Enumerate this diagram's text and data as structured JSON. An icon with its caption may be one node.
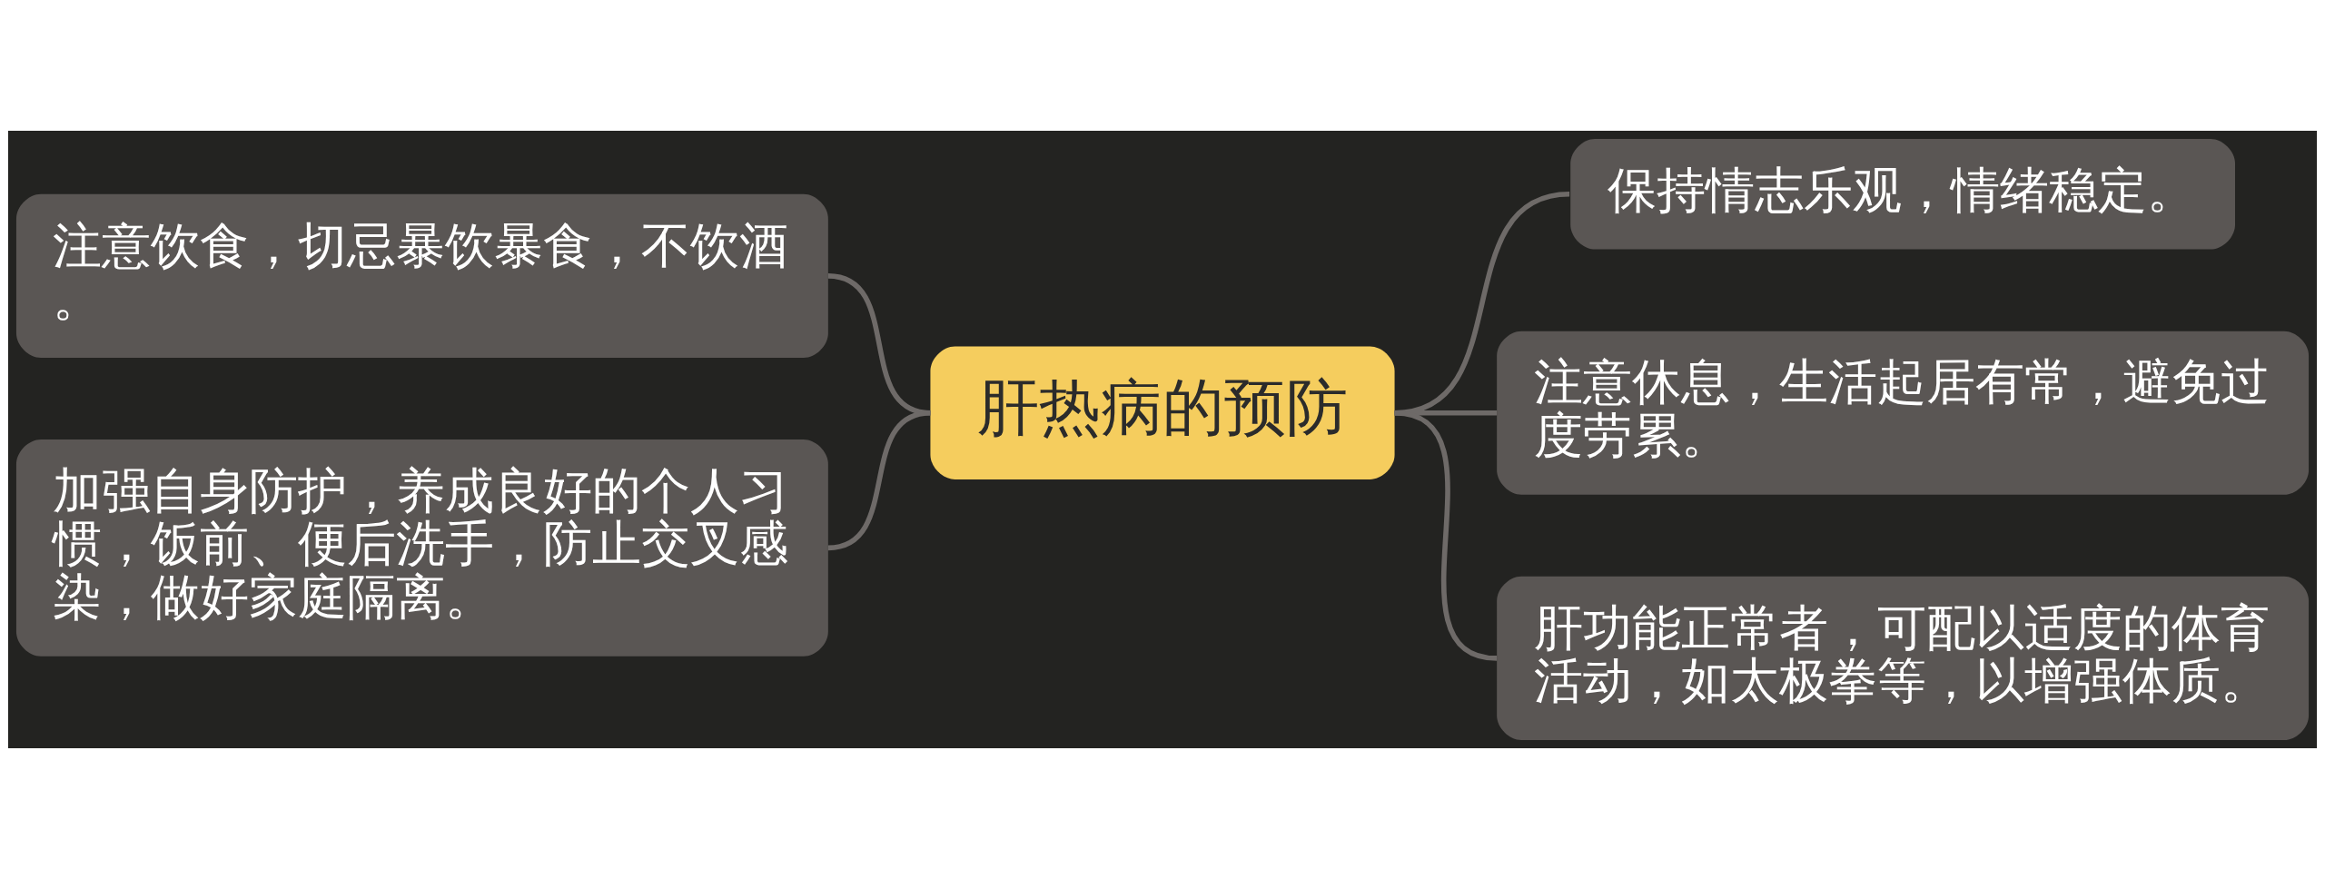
{
  "diagram": {
    "nodes": [
      {
        "text": [
          "肝热病的预防"
        ]
      },
      {
        "text": [
          "注意饮食，切忌暴饮暴食，不饮酒。"
        ]
      },
      {
        "text": [
          "加强自身防护，养成良好的个人习惯，饭前、便后洗手，防止交叉感染，做好家庭隔离。"
        ]
      },
      {
        "text": [
          "保持情志乐观，情绪稳定。"
        ]
      },
      {
        "text": [
          "注意休息，生活起居有常，避免过度劳累。"
        ]
      },
      {
        "text": [
          "肝功能正常者，可配以适度的体育活动，如太极拳等，以增强体质。"
        ]
      }
    ],
    "edges": [
      {
        "from": 1,
        "to": 0,
        "arrow": "none"
      },
      {
        "from": 2,
        "to": 0,
        "arrow": "none"
      },
      {
        "from": 0,
        "to": 3,
        "arrow": "none"
      },
      {
        "from": 0,
        "to": 4,
        "arrow": "none"
      },
      {
        "from": 0,
        "to": 5,
        "arrow": "none"
      }
    ]
  }
}
